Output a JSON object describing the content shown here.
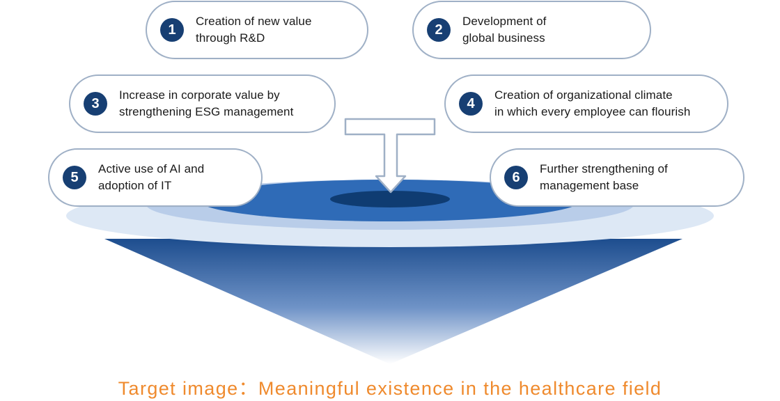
{
  "goals": [
    {
      "number": "1",
      "text": "Creation of new value\nthrough R&D"
    },
    {
      "number": "2",
      "text": "Development of\nglobal business"
    },
    {
      "number": "3",
      "text": "Increase in corporate value by\nstrengthening ESG management"
    },
    {
      "number": "4",
      "text": "Creation of organizational climate\nin which every employee can flourish"
    },
    {
      "number": "5",
      "text": "Active use of AI and\nadoption of IT"
    },
    {
      "number": "6",
      "text": "Further strengthening of\nmanagement base"
    }
  ],
  "target": {
    "caption": "Target image：Meaningful existence in the healthcare field"
  },
  "colors": {
    "badge": "#173f73",
    "pill_border": "#9fb0c6",
    "caption": "#ef8a2d",
    "outer_ring": "#dde8f5",
    "middle_ring": "#b9cde9",
    "inner_disc": "#2f6bb7",
    "core": "#0f3c72"
  }
}
